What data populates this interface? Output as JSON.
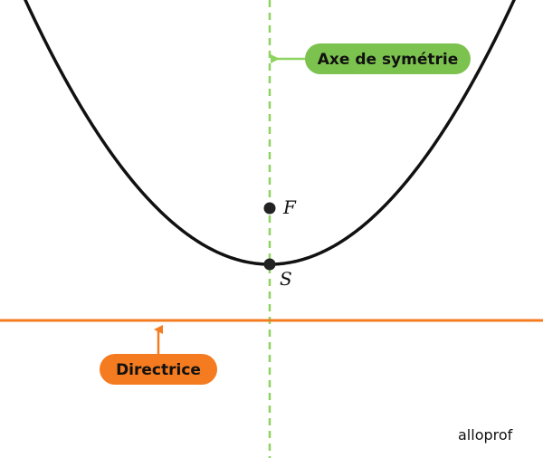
{
  "diagram": {
    "axis_label": "Axe de symétrie",
    "directrix_label": "Directrice",
    "focus_label": "F",
    "vertex_label": "S",
    "brand": "alloprof",
    "colors": {
      "curve": "#111111",
      "axis": "#8DD35F",
      "axis_pill": "#7CC24E",
      "directrix": "#F47B20",
      "directrix_pill": "#F47B20",
      "pill_text": "#111111",
      "point": "#222222"
    }
  }
}
